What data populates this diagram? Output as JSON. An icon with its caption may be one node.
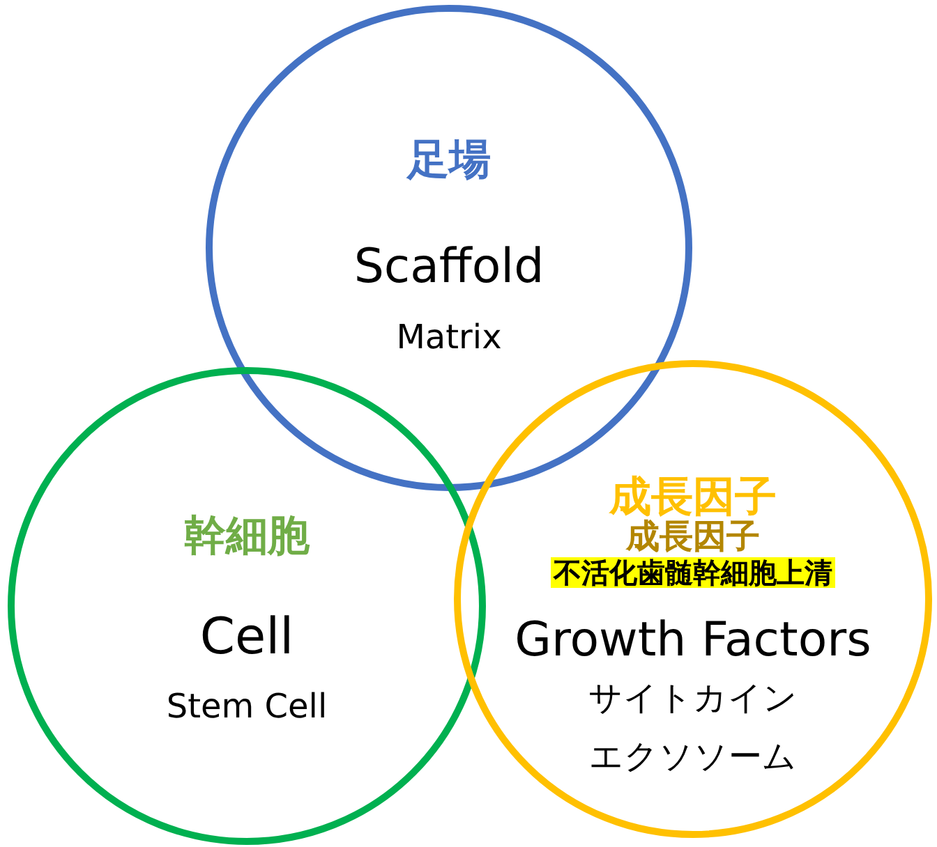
{
  "diagram": {
    "nodes": [
      {
        "text": [
          "足場",
          "Scaffold",
          "Matrix"
        ]
      },
      {
        "text": [
          "幹細胞",
          "Cell",
          "Stem Cell"
        ]
      },
      {
        "text": [
          "成長因子",
          "成長因子",
          "不活化歯髄幹細胞上清",
          "Growth Factors",
          "サイトカイン",
          "エクソソーム"
        ]
      }
    ]
  }
}
